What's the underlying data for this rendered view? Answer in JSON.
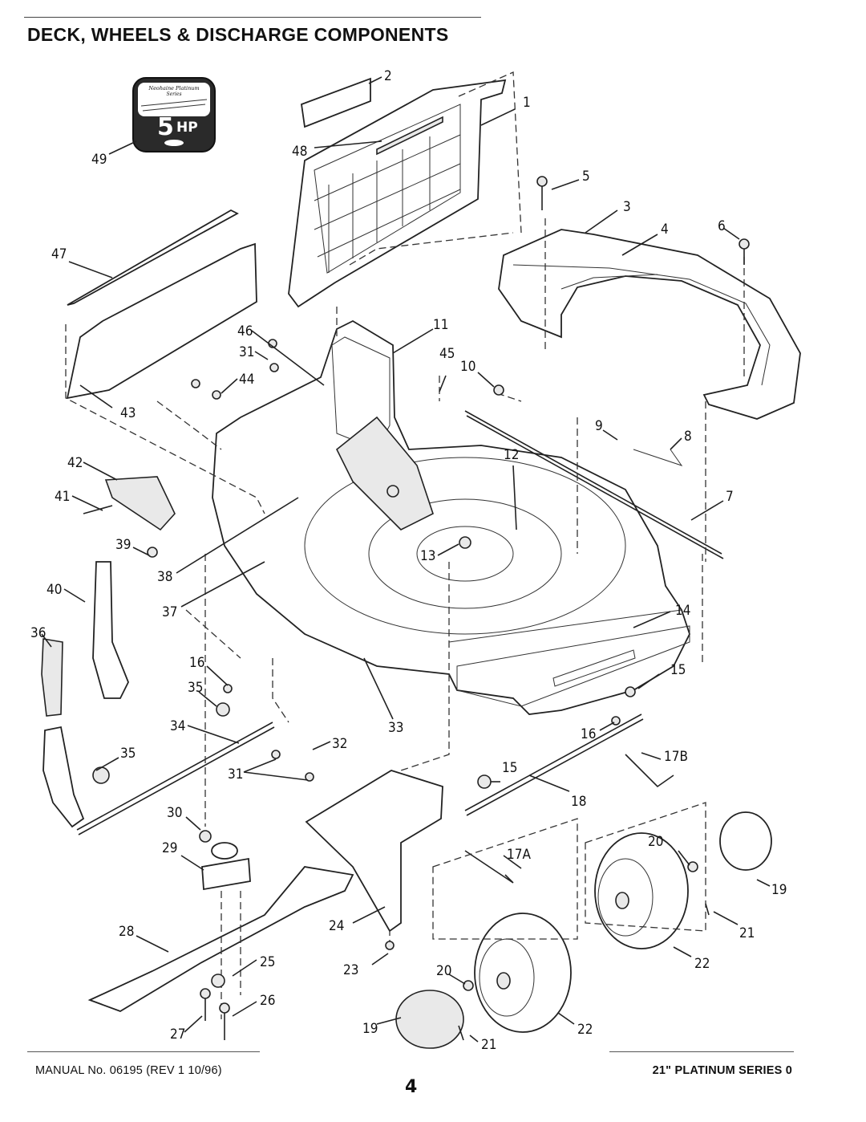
{
  "title": "DECK, WHEELS & DISCHARGE COMPONENTS",
  "footer": {
    "manual": "MANUAL No. 06195 (REV 1 10/96)",
    "page": "4",
    "series": "21\" PLATINUM SERIES 0"
  },
  "decal": {
    "line1": "Neohaine Platinum",
    "line2": "Series",
    "hp_digit": "5",
    "hp_label": "HP"
  },
  "callouts": [
    "1",
    "2",
    "3",
    "4",
    "5",
    "6",
    "7",
    "8",
    "9",
    "10",
    "11",
    "12",
    "13",
    "14",
    "15",
    "15",
    "16",
    "16",
    "17A",
    "17B",
    "18",
    "19",
    "19",
    "20",
    "20",
    "21",
    "21",
    "22",
    "22",
    "23",
    "24",
    "25",
    "26",
    "27",
    "28",
    "29",
    "30",
    "31",
    "31",
    "32",
    "33",
    "34",
    "35",
    "35",
    "36",
    "37",
    "38",
    "39",
    "40",
    "41",
    "42",
    "43",
    "44",
    "45",
    "46",
    "47",
    "48",
    "49"
  ]
}
